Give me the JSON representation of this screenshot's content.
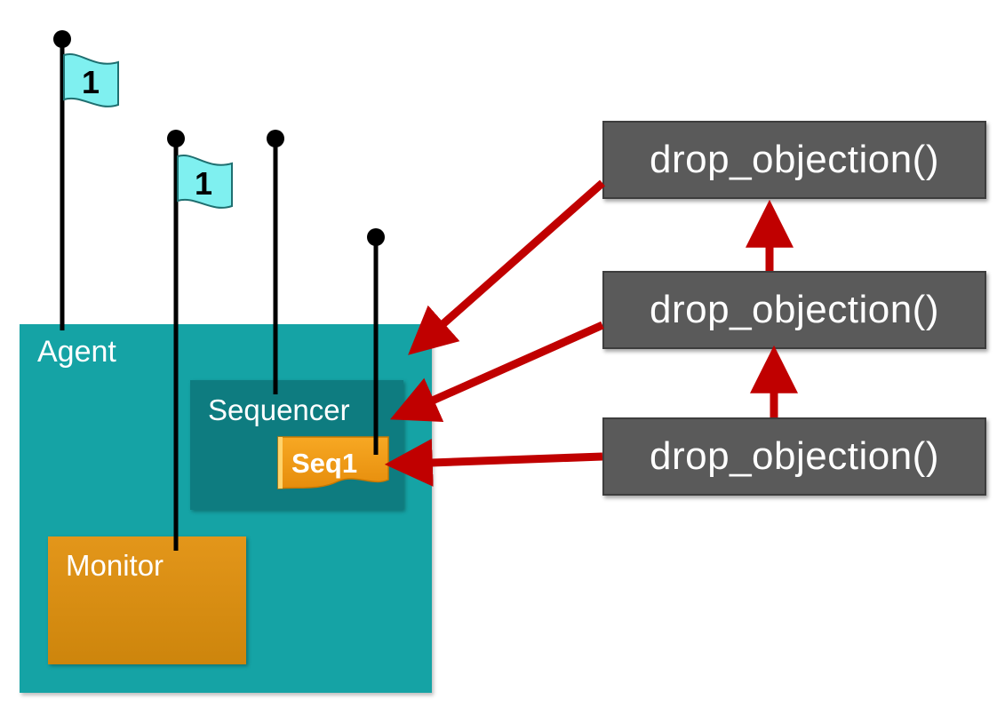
{
  "diagram": {
    "agent": {
      "label": "Agent"
    },
    "sequencer": {
      "label": "Sequencer"
    },
    "sequence": {
      "label": "Seq1"
    },
    "monitor": {
      "label": "Monitor"
    },
    "flags": [
      {
        "label": "1"
      },
      {
        "label": "1"
      }
    ],
    "calls": [
      {
        "label": "drop_objection()"
      },
      {
        "label": "drop_objection()"
      },
      {
        "label": "drop_objection()"
      }
    ],
    "colors": {
      "agent": "#15a3a5",
      "sequencer": "#0e7c80",
      "monitor": "#d98d12",
      "sequence": "#f5a21c",
      "flag": "#7ff0f0",
      "call_box": "#5a5a5a",
      "arrow": "#c00000"
    }
  }
}
